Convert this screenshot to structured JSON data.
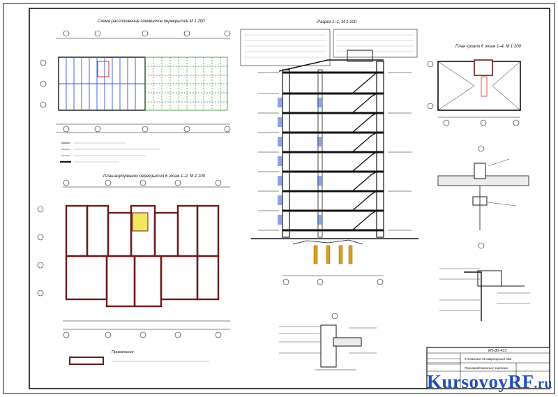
{
  "drawing": {
    "background": "#ffffff",
    "line_color": "#111111",
    "accent_blue": "#2f57d9",
    "accent_red": "#d62828",
    "accent_green": "#2e8b2e",
    "accent_yellow": "#f2e85c"
  },
  "titles": {
    "plan_floor": "Схема расположения элементов перекрытия М 1:200",
    "plan_foundation": "План внутренних перекрытий 6 этаж 1–2, М 1:100",
    "section": "Разрез 1–1, М 1:100",
    "roof_plan": "План кровли 6 этаж 1–4, М 1:200",
    "note": "Примечание"
  },
  "title_block": {
    "code": "КП–30–413",
    "line1": "9-этажный 36-квартирный дом",
    "line2": "Производственные чертежи"
  },
  "watermark": {
    "main": "Kursovoy",
    "accent": "RF",
    "suffix": ".ru"
  }
}
